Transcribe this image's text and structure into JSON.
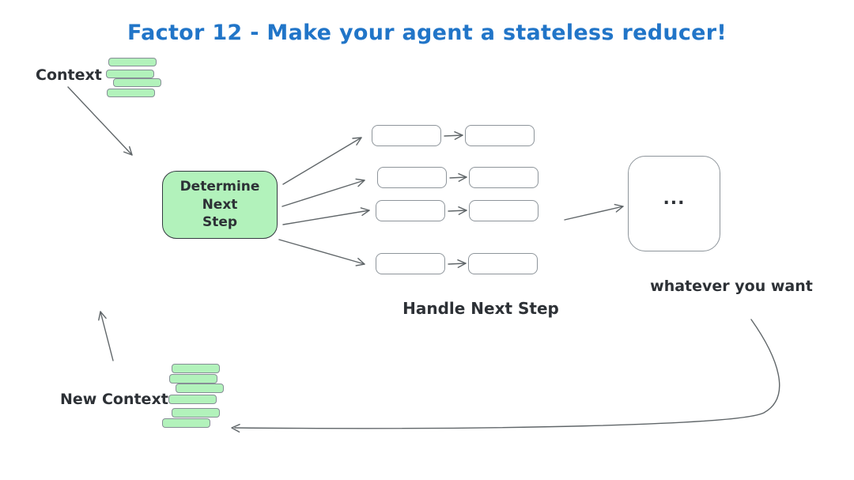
{
  "title": "Factor 12 - Make your agent a stateless reducer!",
  "colors": {
    "title_blue": "#2175c8",
    "box_green_fill": "#b2f2bb",
    "box_green_border": "#343a40",
    "bar_green_fill": "#b2f2bb",
    "bar_border": "#868e96",
    "white_box_border": "#8e959b",
    "line_gray": "#606669",
    "text_dark": "#2d3136"
  },
  "context_stack": {
    "label": "Context",
    "bar_count": 4
  },
  "determine_box": {
    "label": "Determine\nNext\nStep"
  },
  "handle_rows": {
    "count": 4,
    "label": "Handle Next Step"
  },
  "output_box": {
    "label": "...",
    "caption": "whatever you want"
  },
  "new_context_stack": {
    "label": "New Context",
    "bar_count": 6
  }
}
